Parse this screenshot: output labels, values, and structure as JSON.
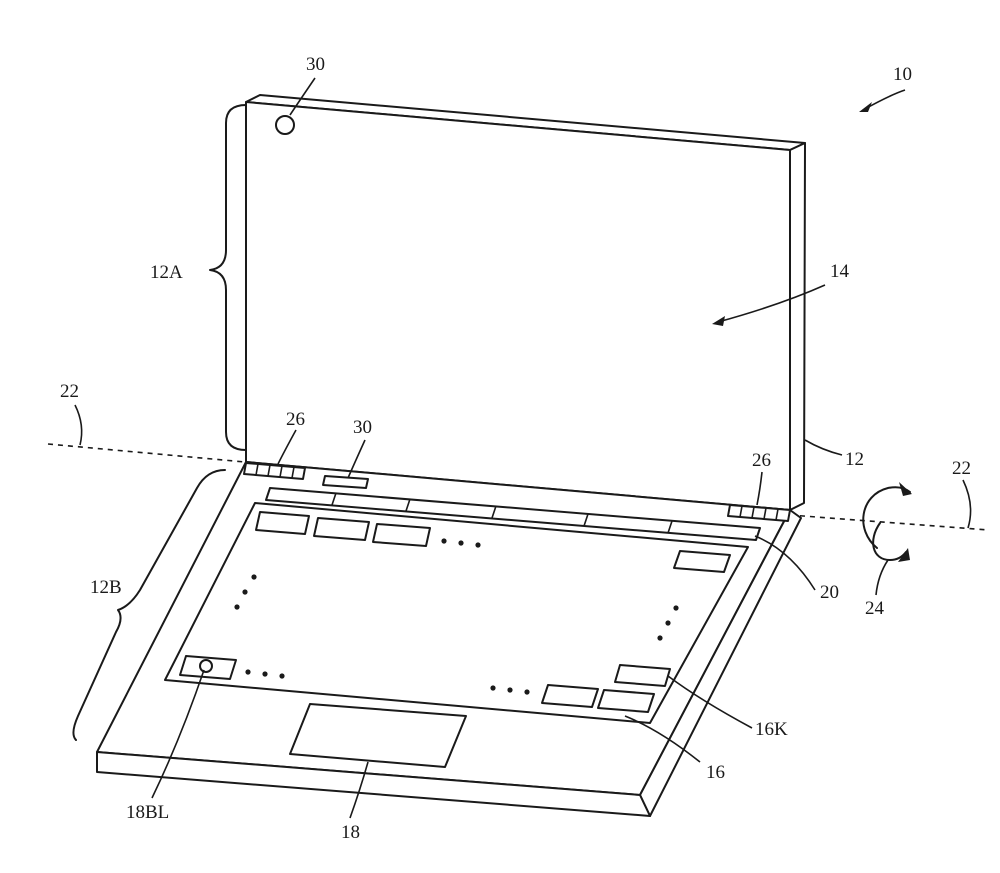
{
  "labels": {
    "device": "10",
    "housing": "12",
    "upper_housing": "12A",
    "lower_housing": "12B",
    "display": "14",
    "keyboard": "16",
    "key": "16K",
    "trackpad": "18",
    "trackpad_button": "18BL",
    "strip": "20",
    "axis_left": "22",
    "axis_right": "22",
    "rotation": "24",
    "hinge_left": "26",
    "hinge_right": "26",
    "camera_top": "30",
    "camera_base": "30"
  }
}
